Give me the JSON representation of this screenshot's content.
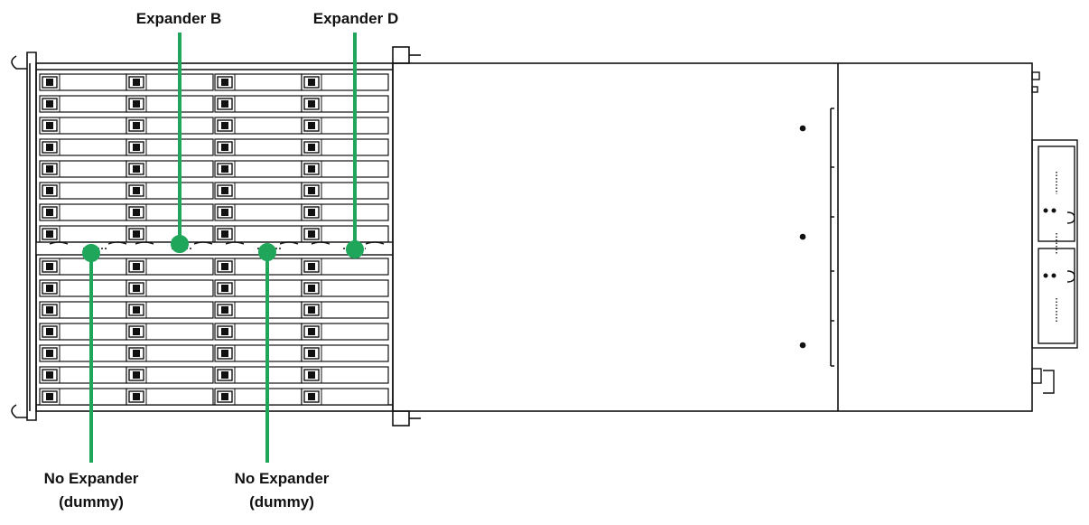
{
  "colors": {
    "callout": "#1fa65a",
    "outline": "#111111",
    "background": "#ffffff"
  },
  "callouts": [
    {
      "id": "expander-b",
      "lines": [
        "Expander B"
      ]
    },
    {
      "id": "expander-d",
      "lines": [
        "Expander D"
      ]
    },
    {
      "id": "no-expander-1",
      "lines": [
        "No Expander",
        "(dummy)"
      ]
    },
    {
      "id": "no-expander-2",
      "lines": [
        "No Expander",
        "(dummy)"
      ]
    }
  ]
}
